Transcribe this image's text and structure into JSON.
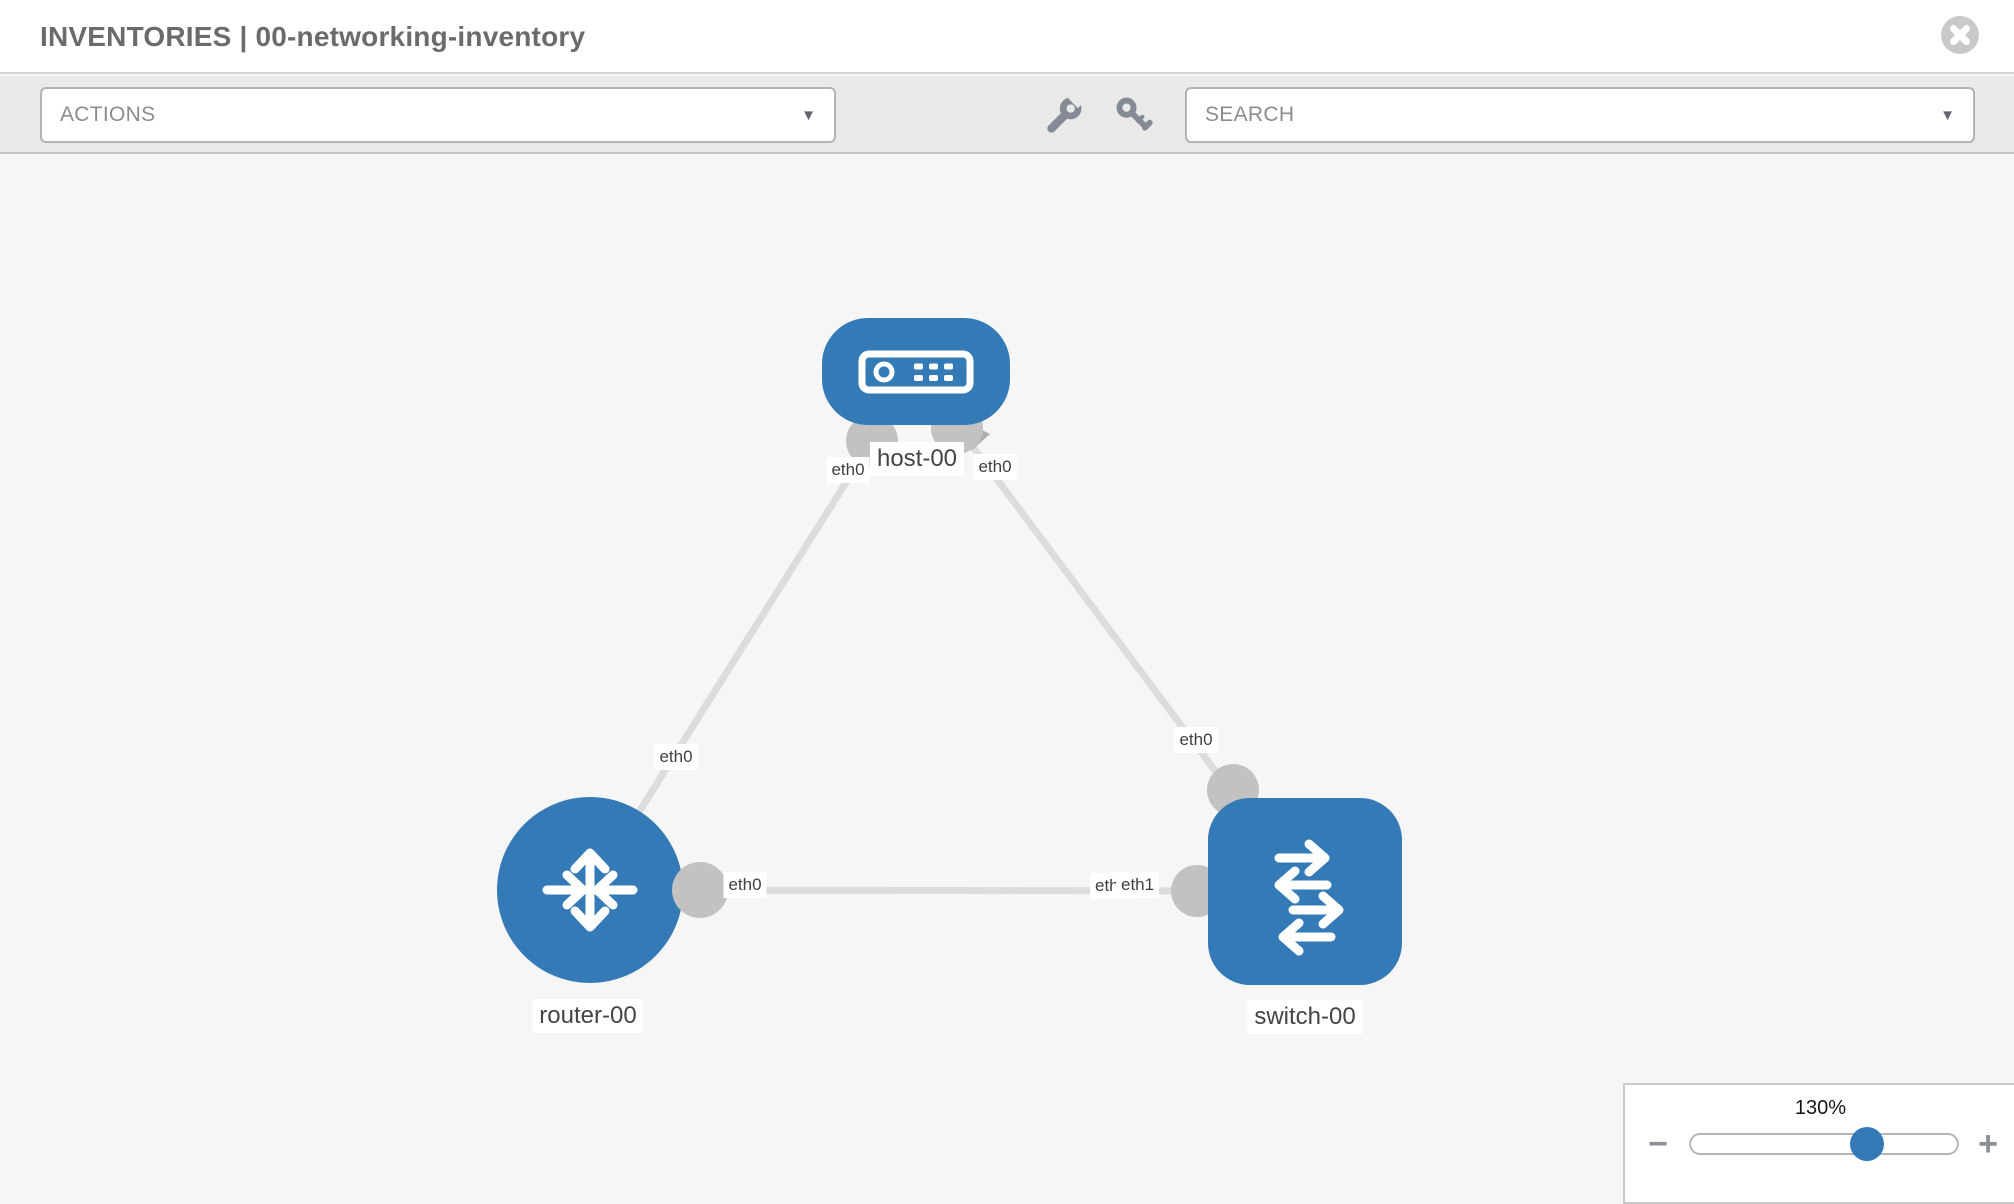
{
  "header": {
    "title": "INVENTORIES | 00-networking-inventory"
  },
  "toolbar": {
    "actions_label": "ACTIONS",
    "search_placeholder": "SEARCH",
    "caret": "▼"
  },
  "icons": {
    "close": "x-circle-icon",
    "wrench": "wrench-icon",
    "key": "key-icon",
    "host": "host-device-icon",
    "router": "router-device-icon",
    "switch": "switch-device-icon"
  },
  "topology": {
    "nodes": [
      {
        "name": "host-00",
        "type": "host"
      },
      {
        "name": "router-00",
        "type": "router"
      },
      {
        "name": "switch-00",
        "type": "switch"
      }
    ],
    "links": [
      {
        "from": "host-00",
        "to": "router-00",
        "from_interface": "eth0",
        "to_interface": "eth0"
      },
      {
        "from": "host-00",
        "to": "switch-00",
        "from_interface": "eth0",
        "to_interface": "eth0"
      },
      {
        "from": "router-00",
        "to": "switch-00",
        "from_interface": "eth0",
        "to_interface": "eth1",
        "to_interface_under": "eth0"
      }
    ]
  },
  "zoom_control": {
    "level": "130%",
    "percent": 130,
    "minus": "−",
    "plus": "+"
  },
  "colors": {
    "node_blue": "#337ab7",
    "link_gray": "#dcdcdc",
    "port_gray": "#c2c2c2",
    "toolbar_bg": "#e9e9e9",
    "canvas_bg": "#f6f6f6"
  }
}
